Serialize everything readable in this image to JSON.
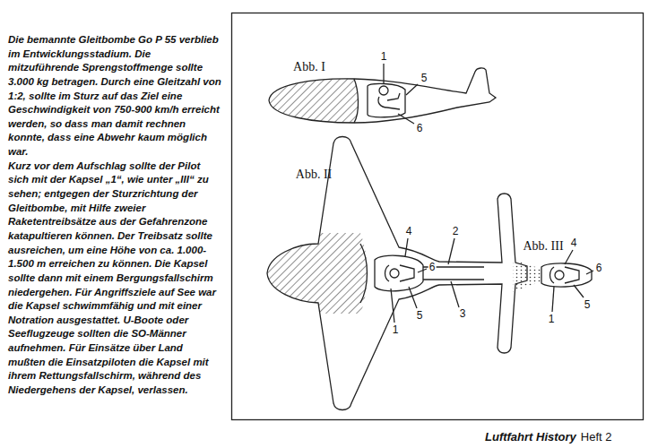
{
  "diagram": {
    "labels": [
      "Die bemannte Gleitbombe Go P 55 verblieb im Entwicklungsstadium. Die mitzuführende Sprengstoffmenge sollte 3.000 kg betragen. Durch eine Gleitzahl von 1:2, sollte im Sturz auf das Ziel eine Geschwindigkeit von 750-900 km/h erreicht werden, so dass man damit rechnen konnte, dass eine Abwehr kaum möglich war.",
      "Kurz vor dem Aufschlag sollte der Pilot sich mit der Kapsel „1“, wie unter „III“ zu sehen; entgegen der Sturzrichtung der Gleitbombe, mit Hilfe zweier Raketentreibsätze aus der Gefahrenzone katapultieren können. Der Treibsatz sollte ausreichen, um eine Höhe von ca. 1.000-1.500 m erreichen zu können. Die Kapsel sollte dann mit einem Bergungsfallschirm niedergehen. Für Angriffsziele auf See war die Kapsel schwimmfähig und mit einer Notration ausgestattet. U-Boote oder Seeflugzeuge sollten die SO-Männer aufnehmen. Für Einsätze über Land mußten die Einsatzpiloten die Kapsel mit ihrem Rettungsfallschirm, während des Niedergehens der Kapsel, verlassen.",
      "Abb. I",
      "1",
      "5",
      "6",
      "Abb. II",
      "4",
      "2",
      "6",
      "1",
      "5",
      "3",
      "Abb. III",
      "4",
      "6",
      "1",
      "5",
      "Luftfahrt History",
      "Heft 2"
    ]
  }
}
